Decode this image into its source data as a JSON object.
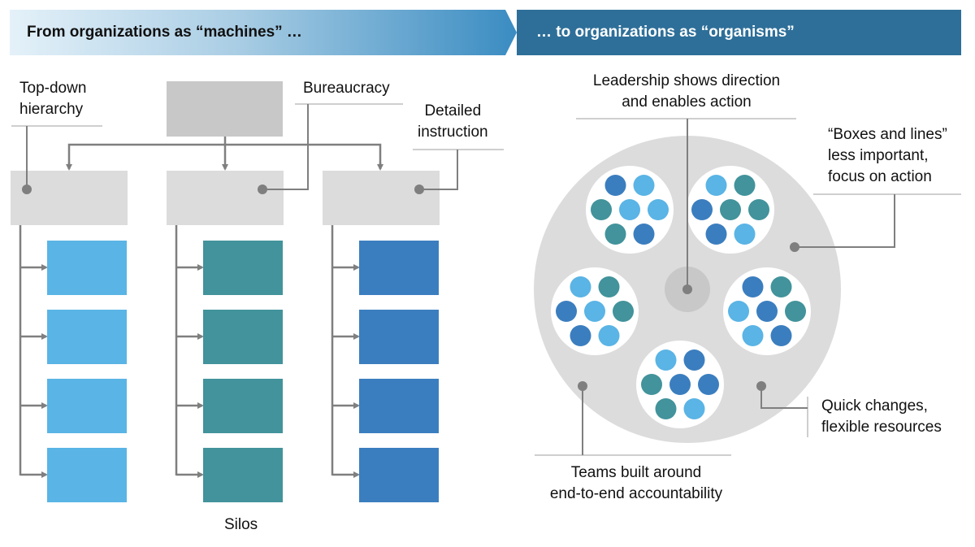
{
  "banners": {
    "left": "From organizations as “machines” …",
    "right": "… to organizations as “organisms”"
  },
  "left_diagram": {
    "labels": {
      "top_down": [
        "Top-down",
        "hierarchy"
      ],
      "bureaucracy": "Bureaucracy",
      "detailed": [
        "Detailed",
        "instruction"
      ],
      "silos": "Silos"
    },
    "columns": [
      {
        "name": "column-1",
        "color": "#5ab4e5",
        "children": 4
      },
      {
        "name": "column-2",
        "color": "#42939b",
        "children": 4
      },
      {
        "name": "column-3",
        "color": "#3b7ebf",
        "children": 4
      }
    ]
  },
  "right_diagram": {
    "labels": {
      "leadership": [
        "Leadership shows direction",
        "and enables action"
      ],
      "boxes": [
        "“Boxes and lines”",
        "less important,",
        "focus on action"
      ],
      "quick": [
        "Quick changes,",
        "flexible resources"
      ],
      "teams": [
        "Teams built around",
        "end-to-end accountability"
      ]
    },
    "colors": {
      "light": "#5ab4e5",
      "teal": "#42939b",
      "dark": "#3b7ebf"
    },
    "teams": [
      {
        "name": "team-top-left",
        "dots": [
          "dark",
          "light",
          "teal",
          "light",
          "light",
          "teal",
          "dark"
        ]
      },
      {
        "name": "team-top-right",
        "dots": [
          "light",
          "teal",
          "dark",
          "teal",
          "teal",
          "dark",
          "light"
        ]
      },
      {
        "name": "team-mid-left",
        "dots": [
          "light",
          "teal",
          "dark",
          "light",
          "teal",
          "dark",
          "light"
        ]
      },
      {
        "name": "team-mid-right",
        "dots": [
          "dark",
          "teal",
          "light",
          "dark",
          "teal",
          "light",
          "dark"
        ]
      },
      {
        "name": "team-bottom",
        "dots": [
          "light",
          "dark",
          "teal",
          "dark",
          "dark",
          "teal",
          "light"
        ]
      }
    ]
  }
}
